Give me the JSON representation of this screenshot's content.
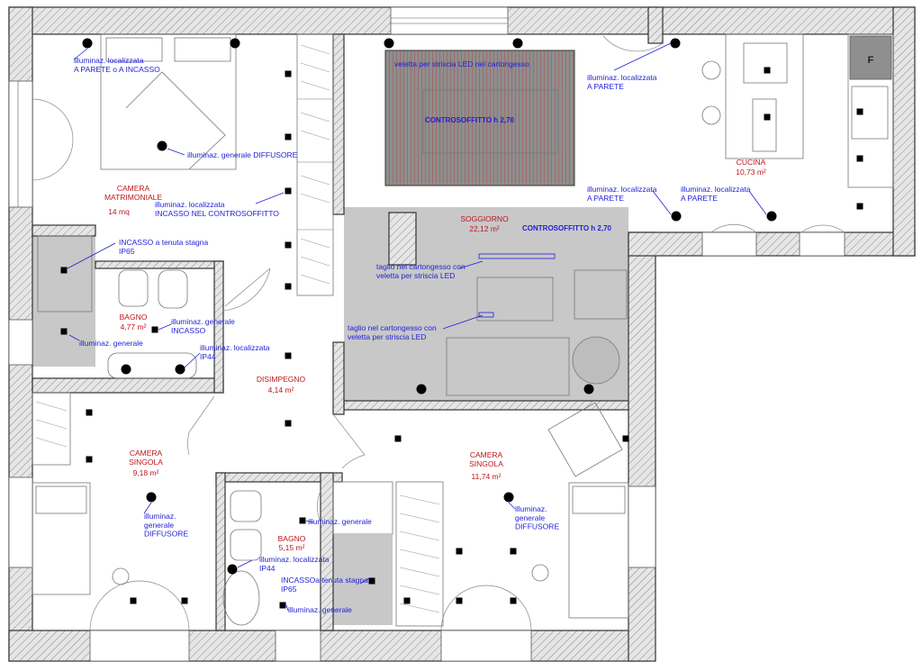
{
  "rooms": {
    "camera_matrimoniale": {
      "name": "CAMERA\nMATRIMONIALE",
      "area": "14 mq"
    },
    "bagno1": {
      "name": "BAGNO",
      "area": "4,77 m²"
    },
    "disimpegno": {
      "name": "DISIMPEGNO",
      "area": "4,14 m²"
    },
    "soggiorno": {
      "name": "SOGGIORNO",
      "area": "22,12 m²"
    },
    "cucina": {
      "name": "CUCINA",
      "area": "10,73 m²"
    },
    "camera_singola1": {
      "name": "CAMERA\nSINGOLA",
      "area": "9,18 m²"
    },
    "bagno2": {
      "name": "BAGNO",
      "area": "5,15 m²"
    },
    "camera_singola2": {
      "name": "CAMERA\nSINGOLA",
      "area": "11,74 m²"
    }
  },
  "notes": {
    "n1": "illuminaz. localizzata\nA PARETE o A INCASSO",
    "n2": "illuminaz. generale DIFFUSORE",
    "n3": "illuminaz. localizzata\nINCASSO NEL CONTROSOFFITTO",
    "n4": "INCASSO a tenuta stagna\nIP65",
    "n5": "illuminaz. generale\nINCASSO",
    "n6": "illuminaz. generale",
    "n7": "illuminaz. localizzata\nIP44",
    "n8": "veletta per striscia LED nel cartongesso",
    "n9": "CONTROSOFFITTO h 2,70",
    "n10": "CONTROSOFFITTO h 2,70",
    "n11": "taglio nel cartongesso con\nveletta per striscia LED",
    "n12": "taglio nel cartongesso con\nveletta per striscia LED",
    "n13": "illuminaz. localizzata\nA PARETE",
    "n14": "illuminaz. localizzata\nA PARETE",
    "n15": "illuminaz. localizzata\nA PARETE",
    "n16": "illuminaz.\ngenerale\nDIFFUSORE",
    "n17": "illuminaz. generale",
    "n18": "illuminaz. localizzata\nIP44",
    "n19": "INCASSOa tenuta stagna\nIP65",
    "n20": "illuminaz. generale",
    "n21": "illuminaz.\ngenerale\nDIFFUSORE"
  },
  "fridge_label": "F",
  "colors": {
    "annotation": "#1f1fd6",
    "room_label": "#c0141a",
    "living_floor": "#c8c8c8",
    "dining_rug": "#9b6b6b"
  }
}
